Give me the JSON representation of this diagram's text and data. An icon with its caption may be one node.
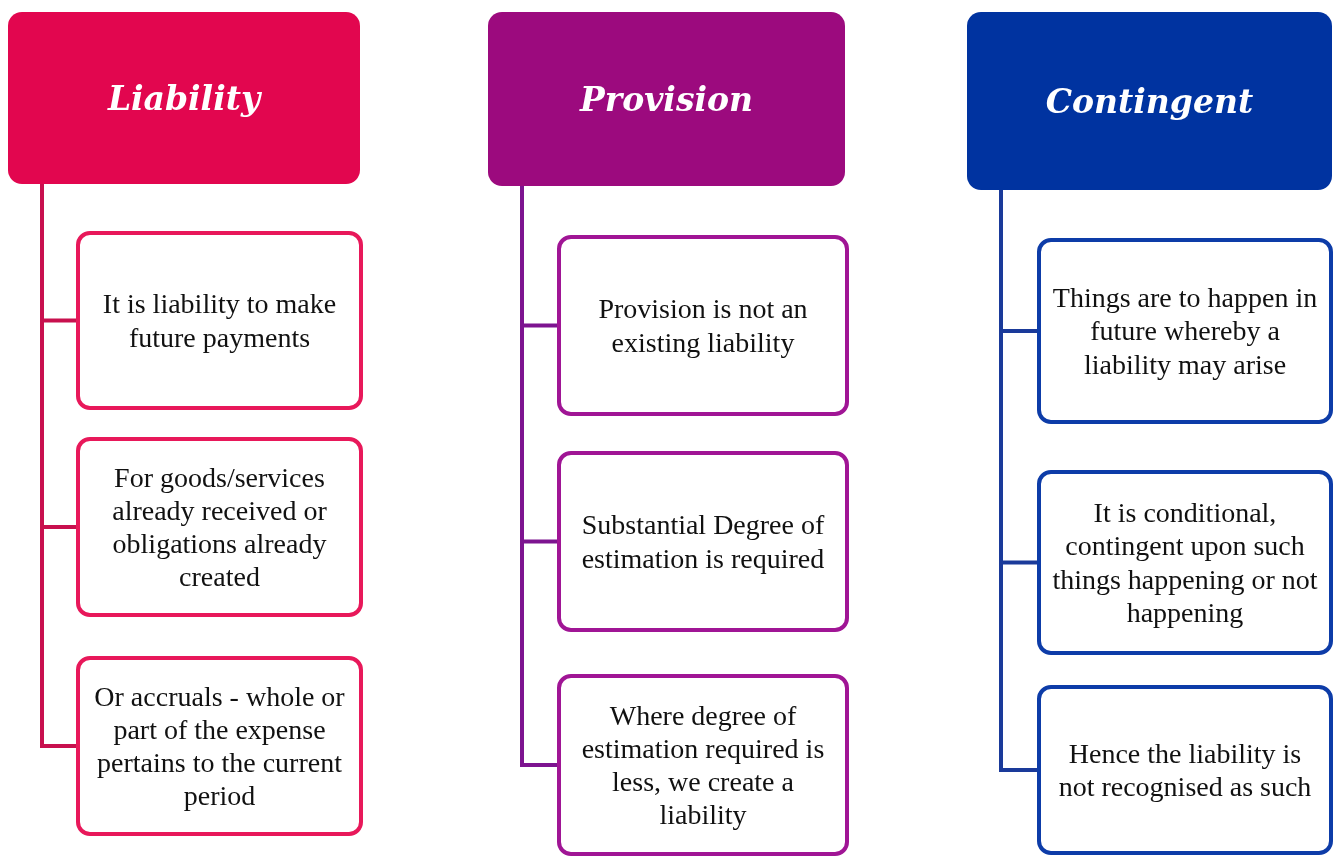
{
  "diagram": {
    "nodes": [
      {
        "text": [
          "Liability"
        ]
      },
      {
        "text": [
          "It is liability to make future payments"
        ]
      },
      {
        "text": [
          "For goods/services already received or obligations already created"
        ]
      },
      {
        "text": [
          "Or accruals - whole or part of the expense pertains to the current period"
        ]
      },
      {
        "text": [
          "Provision"
        ]
      },
      {
        "text": [
          "Provision is not an existing liability"
        ]
      },
      {
        "text": [
          "Substantial Degree of estimation is required"
        ]
      },
      {
        "text": [
          "Where degree of estimation required is less, we create a liability"
        ]
      },
      {
        "text": [
          "Contingent"
        ]
      },
      {
        "text": [
          "Things are to happen in future whereby a liability may arise"
        ]
      },
      {
        "text": [
          "It is conditional, contingent upon such things happening or not happening"
        ]
      },
      {
        "text": [
          "Hence the liability is not recognised as such"
        ]
      }
    ],
    "edges": [
      {
        "from": 0,
        "to": 1,
        "arrow": "none",
        "color": "#c8104e"
      },
      {
        "from": 0,
        "to": 2,
        "arrow": "none",
        "color": "#c8104e"
      },
      {
        "from": 0,
        "to": 3,
        "arrow": "none",
        "color": "#c8104e"
      },
      {
        "from": 4,
        "to": 5,
        "arrow": "none",
        "color": "#7d1490"
      },
      {
        "from": 4,
        "to": 6,
        "arrow": "none",
        "color": "#7d1490"
      },
      {
        "from": 4,
        "to": 7,
        "arrow": "none",
        "color": "#7d1490"
      },
      {
        "from": 8,
        "to": 9,
        "arrow": "none",
        "color": "#1a3a9a"
      },
      {
        "from": 8,
        "to": 10,
        "arrow": "none",
        "color": "#1a3a9a"
      },
      {
        "from": 8,
        "to": 11,
        "arrow": "none",
        "color": "#1a3a9a"
      }
    ]
  }
}
